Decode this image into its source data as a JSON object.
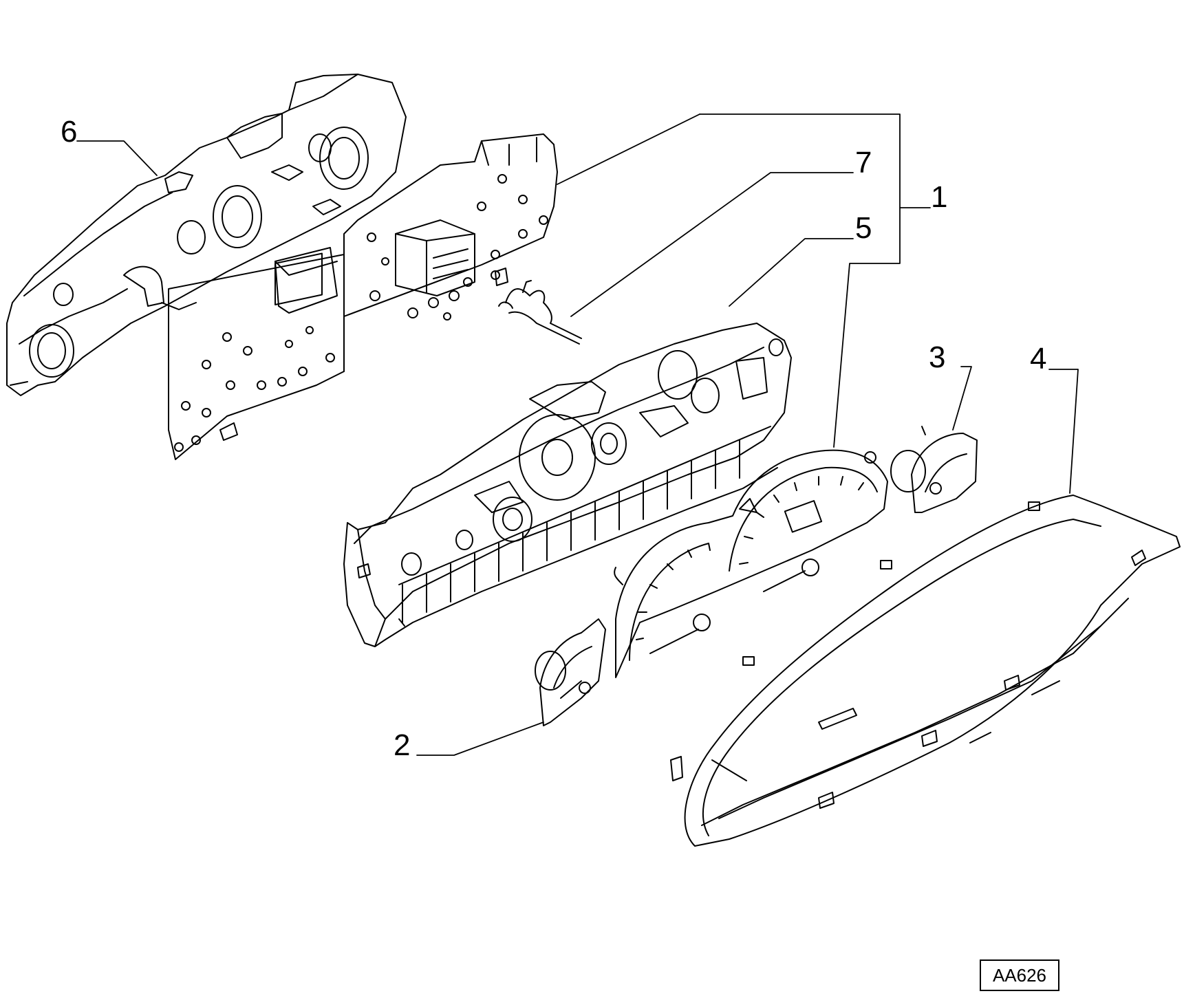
{
  "diagram": {
    "callouts": [
      {
        "id": "1",
        "label": "1"
      },
      {
        "id": "2",
        "label": "2"
      },
      {
        "id": "3",
        "label": "3"
      },
      {
        "id": "4",
        "label": "4"
      },
      {
        "id": "5",
        "label": "5"
      },
      {
        "id": "6",
        "label": "6"
      },
      {
        "id": "7",
        "label": "7"
      }
    ],
    "drawing_code": "AA626"
  }
}
